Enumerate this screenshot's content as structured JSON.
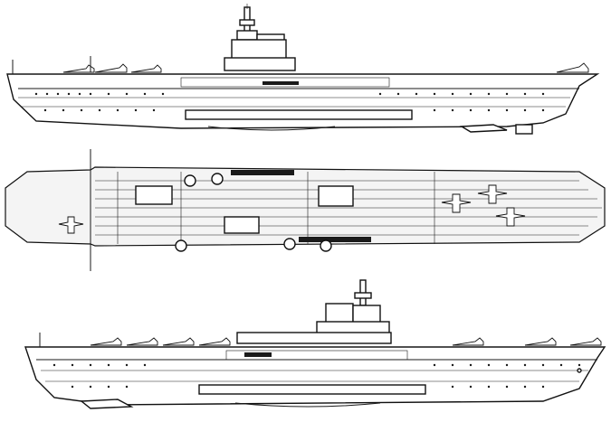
{
  "drawing": {
    "views": [
      "side-elevation-starboard",
      "plan-view-flight-deck",
      "side-elevation-port"
    ],
    "colors": {
      "ink": "#1a1a1a",
      "paper": "#ffffff",
      "deck_fill": "#f4f4f4"
    },
    "icons": [
      "aircraft-icon",
      "island-superstructure-icon",
      "mast-icon",
      "anchor-icon"
    ]
  }
}
